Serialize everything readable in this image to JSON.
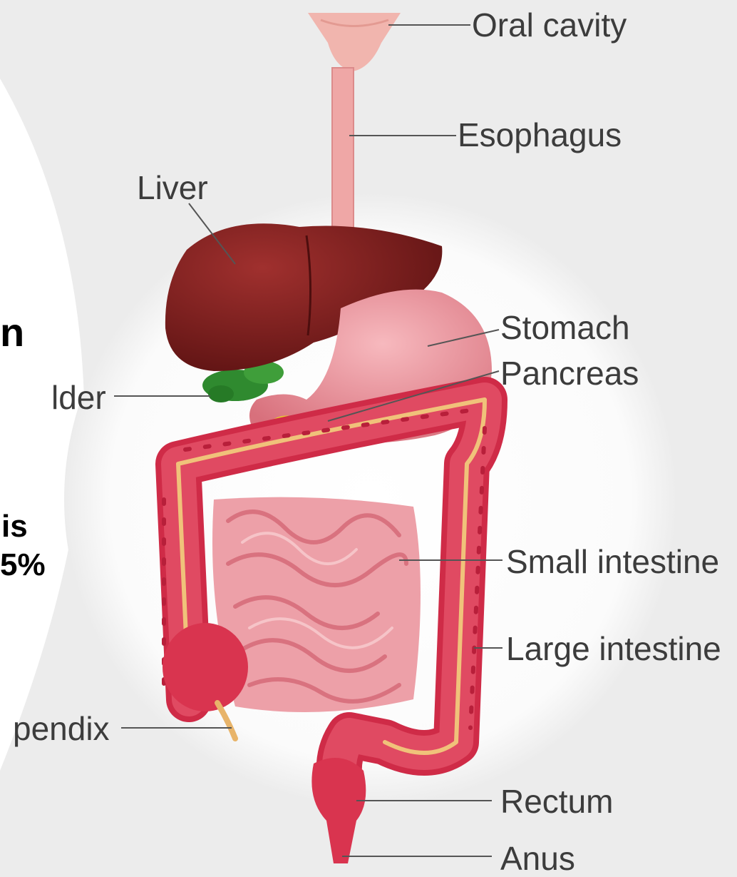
{
  "labels": {
    "oral_cavity": "Oral cavity",
    "esophagus": "Esophagus",
    "liver": "Liver",
    "stomach": "Stomach",
    "pancreas": "Pancreas",
    "gallbladder": "lder",
    "small_intestine": "Small intestine",
    "large_intestine": "Large intestine",
    "appendix": "pendix",
    "rectum": "Rectum",
    "anus": "Anus"
  },
  "slide_fragments": {
    "f1": "n",
    "f2": "is",
    "f3": "5%"
  },
  "colors": {
    "background": "#ececec",
    "slide_panel": "#ffffff",
    "liver": "#7a1c1c",
    "stomach": "#e88b93",
    "colon": "#d9344f",
    "small_intestine": "#eda0a8",
    "gallbladder": "#2f8a2f",
    "pancreas": "#e6d02a",
    "label_text": "#3c3c3c",
    "leader_line": "#555555"
  }
}
